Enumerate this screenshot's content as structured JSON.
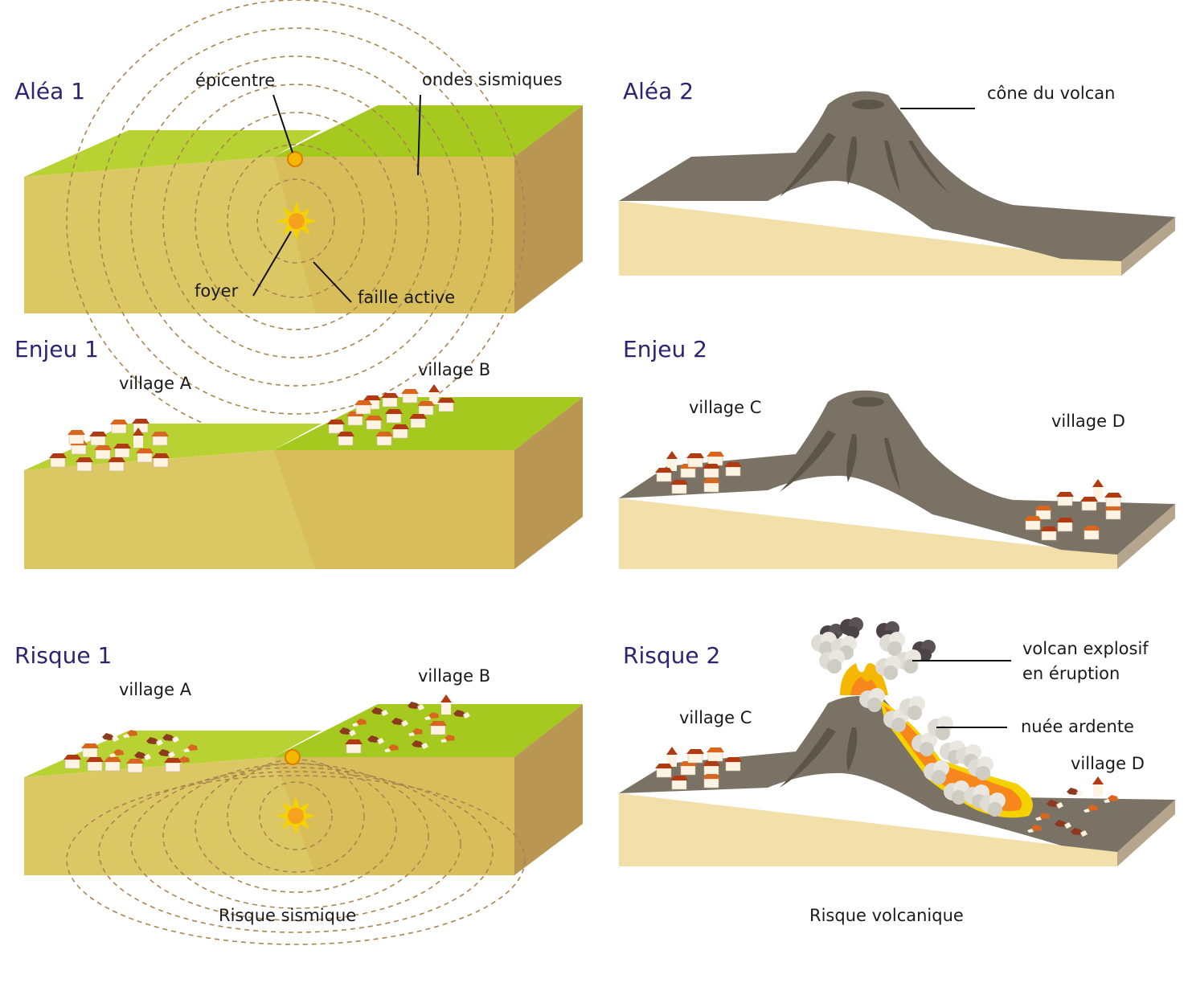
{
  "panels": {
    "alea1": {
      "heading": "Aléa 1",
      "epicentre": "épicentre",
      "ondes": "ondes sismiques",
      "foyer": "foyer",
      "faille": "faille active"
    },
    "enjeu1": {
      "heading": "Enjeu 1",
      "village_a": "village A",
      "village_b": "village B"
    },
    "risque1": {
      "heading": "Risque 1",
      "village_a": "village A",
      "village_b": "village B"
    },
    "alea2": {
      "heading": "Aléa 2",
      "cone": "cône du volcan"
    },
    "enjeu2": {
      "heading": "Enjeu 2",
      "village_c": "village C",
      "village_d": "village D"
    },
    "risque2": {
      "heading": "Risque 2",
      "eruption_line1": "volcan explosif",
      "eruption_line2": "en éruption",
      "nuee": "nuée ardente",
      "village_c": "village C",
      "village_d": "village D"
    }
  },
  "captions": {
    "left": "Risque sismique",
    "right": "Risque volcanique"
  },
  "colors": {
    "heading": "#2b2470",
    "grass_light": "#b8d233",
    "grass_dark": "#a5c91f",
    "soil_front": "#dcc765",
    "soil_block": "#d8be5a",
    "soil_side": "#b99753",
    "volcano_gray": "#7a7265",
    "sand": "#f2dfa9",
    "epicentre": "#f5b800",
    "lava": "#f7861c"
  }
}
